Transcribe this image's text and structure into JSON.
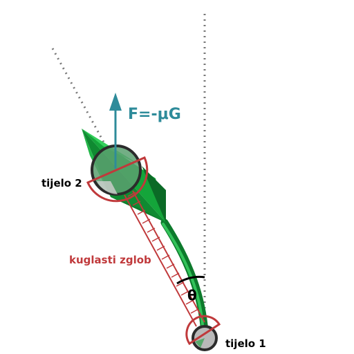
{
  "force_label": "F=-μG",
  "body2_label": "tijelo 2",
  "body1_label": "tijelo 1",
  "joint_label": "kuglasti zglob",
  "angle_label": "θ",
  "colors": {
    "force": "#2e8b9a",
    "joint": "#c0393b",
    "leaf_light": "#2fc453",
    "leaf_mid": "#14a53a",
    "leaf_dark": "#0b6a26",
    "ball_fill": "#5a9e6e",
    "ball_stroke": "#2b2b2b",
    "dotted": "#777777",
    "text": "#000000"
  },
  "icons": {
    "force_arrow": "arrow-up-icon",
    "joint": "ball-joint-icon"
  }
}
